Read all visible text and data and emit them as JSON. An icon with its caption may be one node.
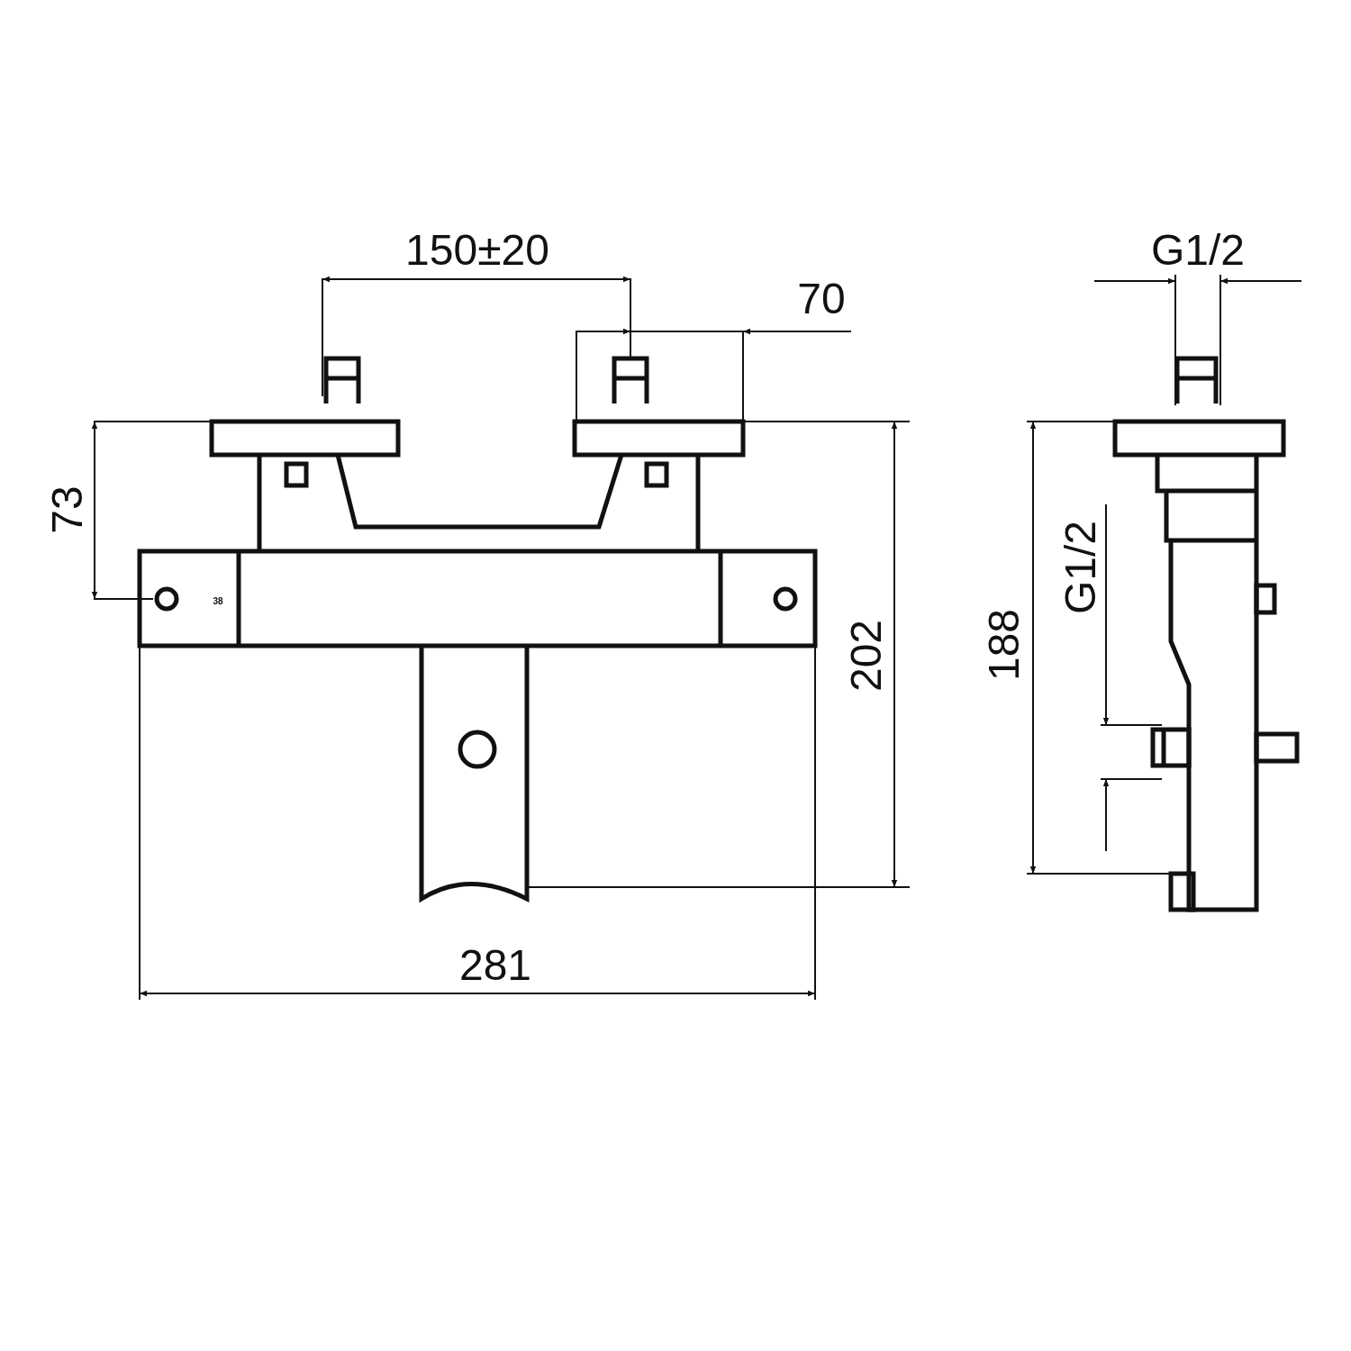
{
  "diagram": {
    "labels": [
      "150±20",
      "G1/2",
      "70",
      "73",
      "38",
      "202",
      "188",
      "G1/2",
      "281"
    ]
  }
}
